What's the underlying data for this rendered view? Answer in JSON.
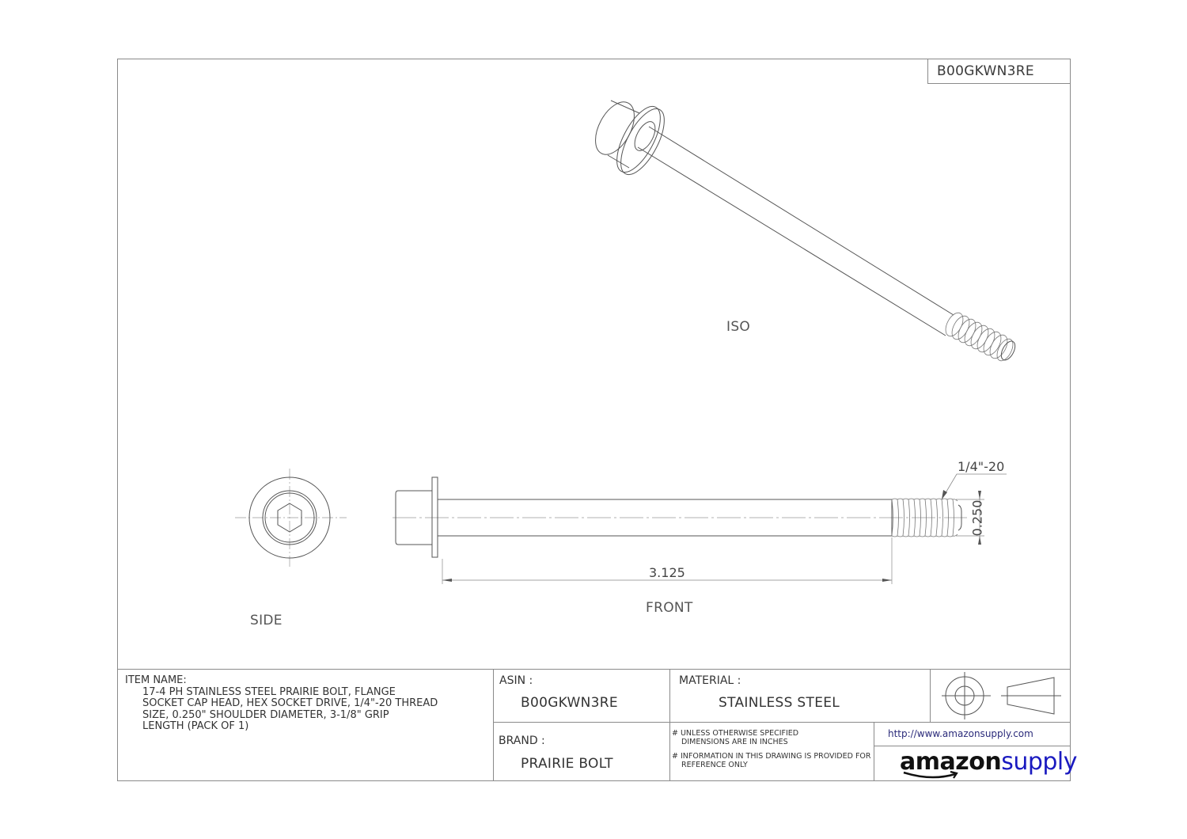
{
  "drawing": {
    "part_id_box": "B00GKWN3RE",
    "views": {
      "iso_label": "ISO",
      "side_label": "SIDE",
      "front_label": "FRONT"
    },
    "dimensions": {
      "grip_length": "3.125",
      "shoulder_diameter": "0.250",
      "thread_callout": "1/4\"-20"
    }
  },
  "title_block": {
    "item_name_label": "ITEM NAME:",
    "item_name_lines": [
      "17-4 PH STAINLESS STEEL PRAIRIE BOLT, FLANGE",
      "SOCKET CAP HEAD, HEX SOCKET DRIVE, 1/4\"-20 THREAD",
      "SIZE, 0.250\" SHOULDER DIAMETER, 3-1/8\" GRIP",
      "LENGTH (PACK OF 1)"
    ],
    "asin_label": "ASIN :",
    "asin_value": "B00GKWN3RE",
    "material_label": "MATERIAL :",
    "material_value": "STAINLESS STEEL",
    "brand_label": "BRAND :",
    "brand_value": "PRAIRIE BOLT",
    "notes": [
      {
        "line1": "# UNLESS OTHERWISE SPECIFIED",
        "line2": "DIMENSIONS ARE IN INCHES"
      },
      {
        "line1": "# INFORMATION IN THIS DRAWING IS PROVIDED FOR",
        "line2": "REFERENCE ONLY"
      }
    ],
    "url": "http://www.amazonsupply.com",
    "logo": {
      "part1": "amazon",
      "part2": "supply",
      "part1_color": "#111111",
      "part2_color": "#1a1ac0"
    },
    "projection_symbol": "third-angle-projection-icon"
  }
}
